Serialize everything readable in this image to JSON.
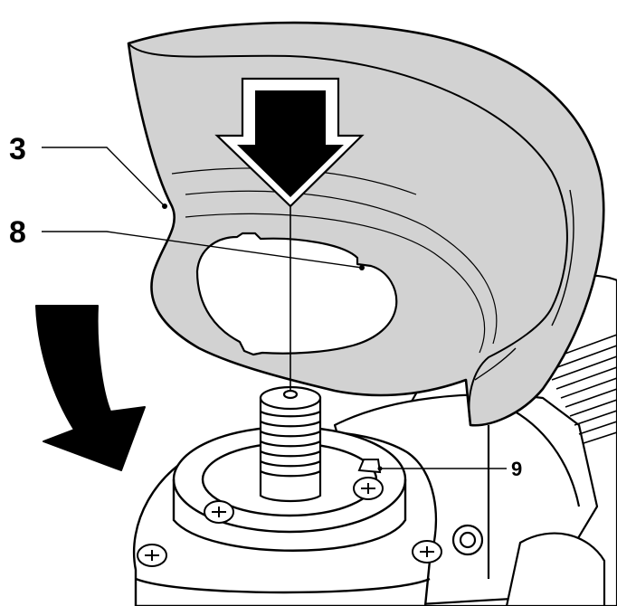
{
  "figure": {
    "callouts": [
      {
        "id": "guard",
        "label": "3"
      },
      {
        "id": "notch",
        "label": "8"
      },
      {
        "id": "lug",
        "label": "9"
      }
    ],
    "colors": {
      "guard_fill": "#d2d2d2",
      "line": "#000000",
      "arrow_fill": "#000000",
      "body_fill": "#ffffff"
    },
    "icons": [
      "down-arrow",
      "rotate-arrow"
    ]
  }
}
